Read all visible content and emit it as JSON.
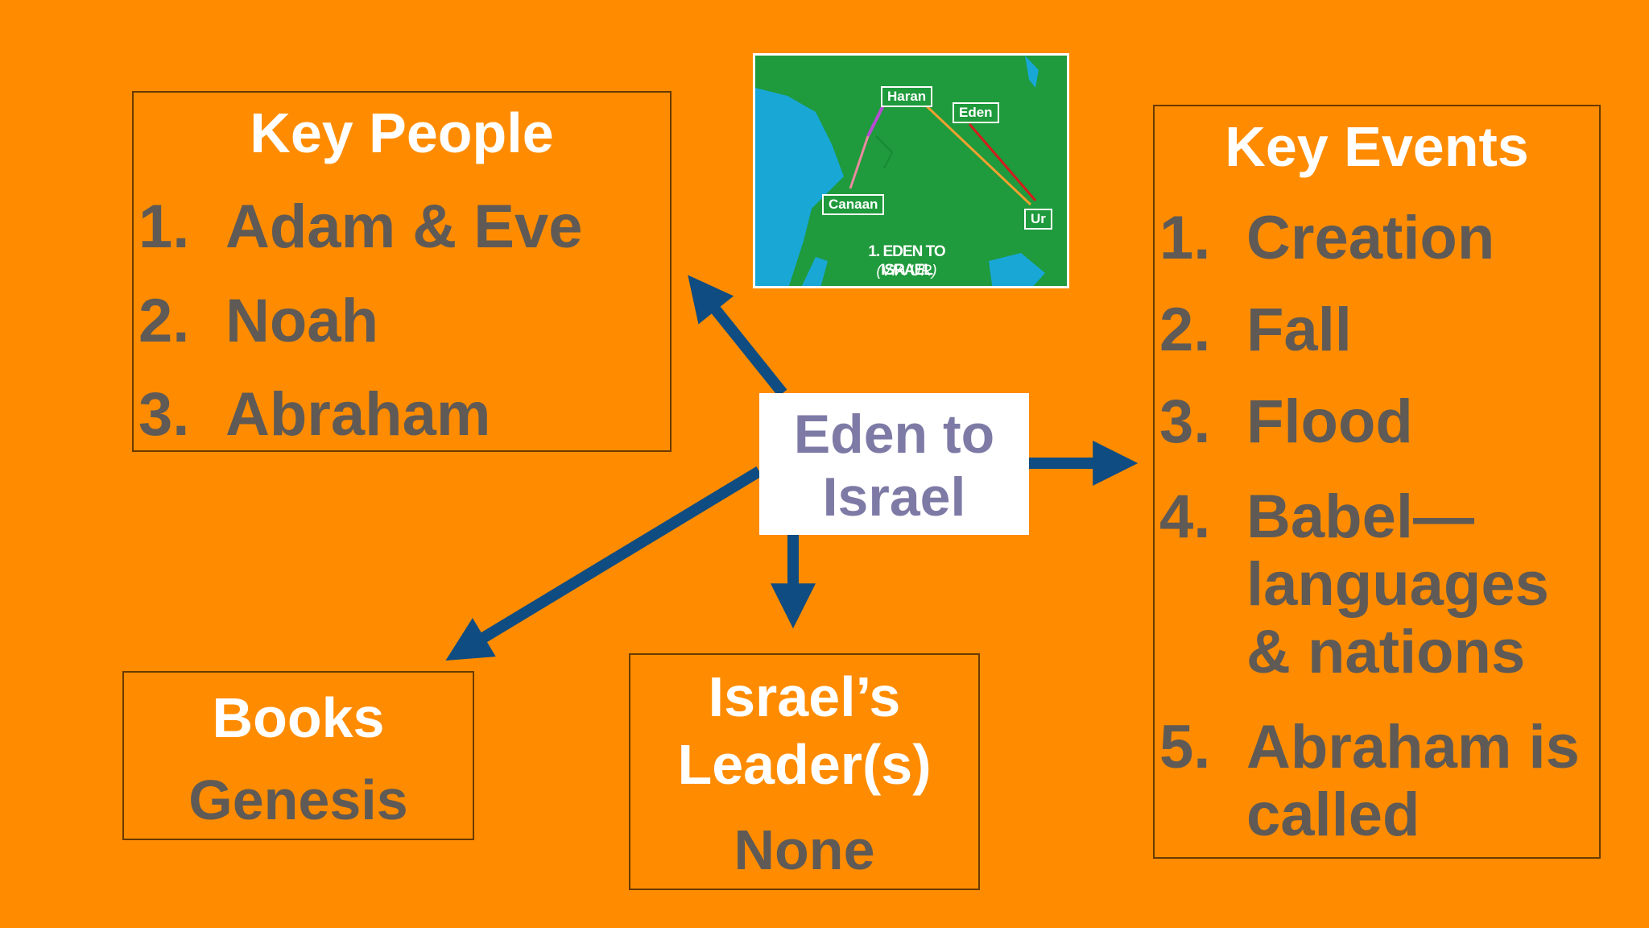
{
  "center": {
    "line1": "Eden to",
    "line2": "Israel"
  },
  "key_people": {
    "title": "Key People",
    "items": [
      {
        "num": "1.",
        "text": "Adam & Eve"
      },
      {
        "num": "2.",
        "text": "Noah"
      },
      {
        "num": "3.",
        "text": "Abraham"
      }
    ]
  },
  "key_events": {
    "title": "Key Events",
    "items": [
      {
        "num": "1.",
        "lines": [
          "Creation"
        ]
      },
      {
        "num": "2.",
        "lines": [
          "Fall"
        ]
      },
      {
        "num": "3.",
        "lines": [
          "Flood"
        ]
      },
      {
        "num": "4.",
        "lines": [
          "Babel—",
          "languages",
          "& nations"
        ]
      },
      {
        "num": "5.",
        "lines": [
          "Abraham is",
          "called"
        ]
      }
    ]
  },
  "books": {
    "title": "Books",
    "value": "Genesis"
  },
  "leaders": {
    "title_line1": "Israel’s",
    "title_line2": "Leader(s)",
    "value": "None"
  },
  "map": {
    "labels": {
      "haran": "Haran",
      "eden": "Eden",
      "canaan": "Canaan",
      "ur": "Ur"
    },
    "caption_line1": "1. EDEN TO ISRAEL",
    "caption_line2": "(VIA UR)"
  },
  "colors": {
    "background": "#FF8C00",
    "arrow": "#0F4C81",
    "center_text": "#7E7AA6",
    "list_text": "#5F5A55",
    "title_text": "#FFFFFF"
  }
}
